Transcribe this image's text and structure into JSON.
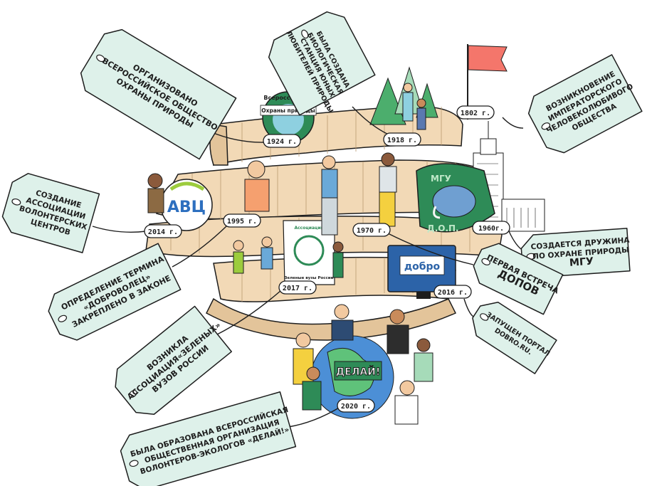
{
  "palette": {
    "tag_fill": "#def1ea",
    "ribbon_fill": "#f2d9b6",
    "ribbon_shadow": "#e3c49a",
    "outline": "#1d1d1d",
    "flag": "#f4766b",
    "green": "#2e8b57"
  },
  "events": [
    {
      "year": "1802 г.",
      "lines": [
        "Возникновение",
        "императорского",
        "человеколюбивого",
        "общества"
      ]
    },
    {
      "year": "1918 г.",
      "lines": [
        "Была создана",
        "биологическая",
        "станция юных",
        "любителей природы"
      ]
    },
    {
      "year": "1924 г.",
      "lines": [
        "Организовано",
        "Всероссийское общество",
        "охраны природы"
      ]
    },
    {
      "year": "1960г.",
      "lines": [
        "Создается дружина",
        "по охране природы",
        "МГУ"
      ]
    },
    {
      "year": "1970 г.",
      "lines": [
        "Первая встреча",
        "ДОПов"
      ]
    },
    {
      "year": "1995 г.",
      "lines": [
        "Определение термина",
        "«доброволец»",
        "закреплено в законе"
      ]
    },
    {
      "year": "2014 г.",
      "lines": [
        "Создание",
        "Ассоциации",
        "волонтерских",
        "центров"
      ]
    },
    {
      "year": "2016 г.",
      "lines": [
        "Запущен портал",
        "DOBRO.RU."
      ]
    },
    {
      "year": "2017 г.",
      "lines": [
        "Возникла",
        "ассоциация«Зеленых»",
        "вузов России"
      ]
    },
    {
      "year": "2020 г.",
      "lines": [
        "Была образована всероссийская",
        "общественная организация",
        "волонтеров-экологов «Делай!»"
      ]
    }
  ],
  "logos": {
    "vop_top": "Всероссийское",
    "vop_bottom": "Охраны природы",
    "avc": "АВЦ",
    "msu_top": "МГУ",
    "msu_bottom": "Д.О.П.",
    "green_top": "Ассоциация",
    "green_bottom": "Зеленые вузы России",
    "dobro": "добро",
    "delai": "ДЕЛАЙ!"
  }
}
